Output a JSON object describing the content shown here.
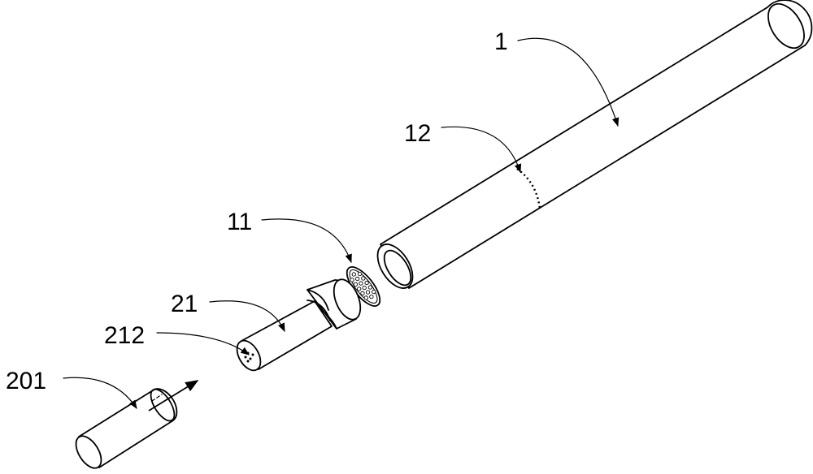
{
  "diagram": {
    "labels": {
      "tube": "1",
      "seam": "12",
      "filter_disc": "11",
      "inner_sleeve": "21",
      "sleeve_holes": "212",
      "plug": "201"
    }
  }
}
